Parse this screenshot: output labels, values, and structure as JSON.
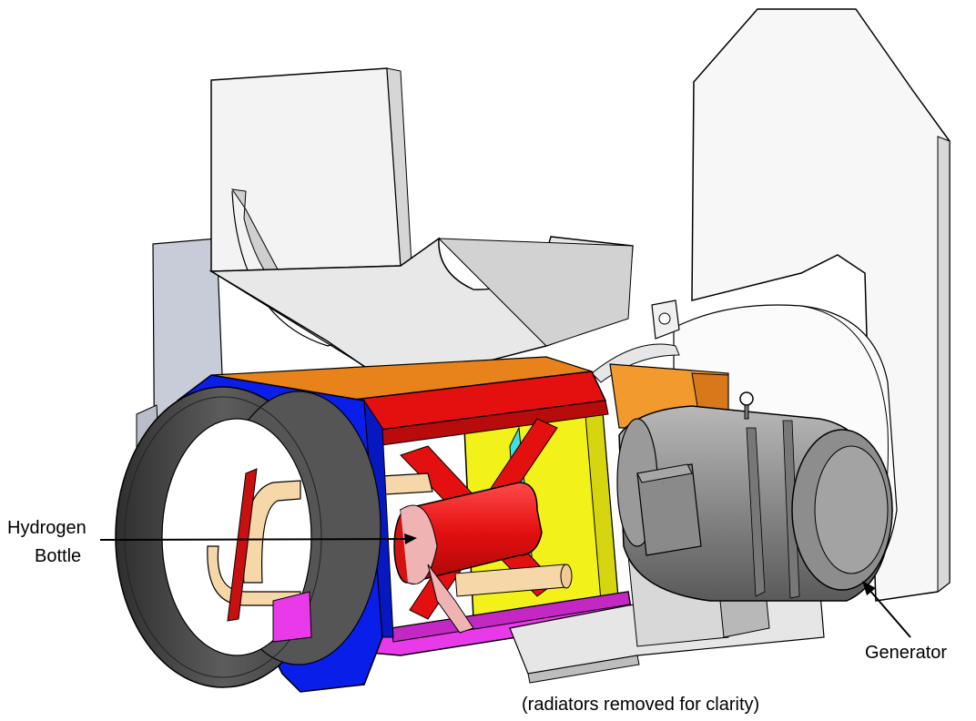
{
  "labels": {
    "hydrogen_line1": "Hydrogen",
    "hydrogen_line2": "Bottle",
    "generator": "Generator",
    "caption": "(radiators removed for clarity)"
  },
  "colors": {
    "outline": "#000000",
    "panel_white": "#f4f4f4",
    "panel_gray": "#c8ccd8",
    "frame_blue": "#0a1eea",
    "frame_red": "#e41010",
    "frame_magenta": "#e83ae8",
    "frame_yellow": "#f2f21a",
    "frame_orange": "#e8821a",
    "duct_dark": "#4a4a4a",
    "pipe_tan": "#f5d7a8",
    "bracket_pink": "#f0b3b3",
    "motor_gray": "#8c8c8c",
    "accent_cyan": "#40e0e0"
  }
}
